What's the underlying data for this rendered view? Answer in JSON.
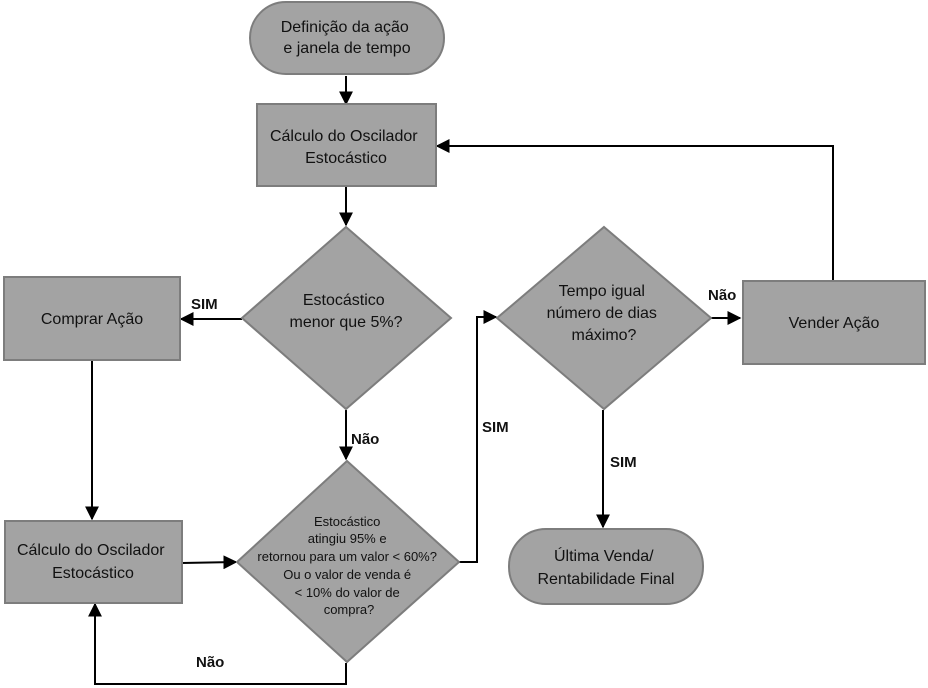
{
  "nodes": {
    "start": {
      "lines": [
        "Definição da ação",
        "e janela de tempo"
      ]
    },
    "calc_top": {
      "lines": [
        "Cálculo do Oscilador",
        "Estocástico"
      ]
    },
    "decision_low": {
      "lines": [
        "Estocástico",
        "menor que 5%?"
      ]
    },
    "buy": {
      "lines": [
        "Comprar Ação"
      ]
    },
    "calc_bottom": {
      "lines": [
        "Cálculo do Oscilador",
        "Estocástico"
      ]
    },
    "decision_sell": {
      "lines": [
        "Estocástico",
        "atingiu  95% e",
        "retornou  para um valor <  60%?",
        "Ou o valor de venda é",
        "< 10% do valor de",
        "compra?"
      ]
    },
    "decision_time": {
      "lines": [
        "Tempo igual",
        "número de dias",
        "máximo?"
      ]
    },
    "sell": {
      "lines": [
        "Vender Ação"
      ]
    },
    "end": {
      "lines": [
        "Última Venda/",
        "Rentabilidade Final"
      ]
    }
  },
  "edge_labels": {
    "low_yes": "SIM",
    "low_no": "Não",
    "sell_yes": "SIM",
    "sell_no": "Não",
    "time_no": "Não",
    "time_yes": "SIM"
  }
}
